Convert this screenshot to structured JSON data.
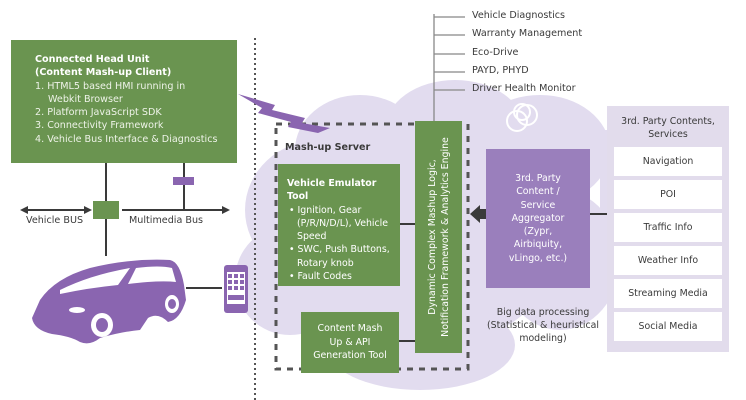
{
  "head_unit": {
    "title_line1": "Connected Head Unit",
    "title_line2": "(Content   Mash-up Client)",
    "items": [
      "1. HTML5 based HMI running in",
      "Webkit Browser",
      "2. Platform  JavaScript SDK",
      "3. Connectivity Framework",
      "4. Vehicle Bus Interface & Diagnostics"
    ]
  },
  "buses": {
    "vehicle_bus": "Vehicle BUS",
    "multimedia_bus": "Multimedia Bus"
  },
  "mashup_server": {
    "label": "Mash-up Server",
    "emulator": {
      "title": "Vehicle Emulator Tool",
      "bullets": [
        "• Ignition, Gear (P/R/N/D/L), Vehicle Speed",
        "• SWC, Push Buttons, Rotary knob",
        "• Fault Codes"
      ]
    },
    "content_tool": {
      "lines": [
        "Content Mash",
        "Up & API",
        "Generation Tool"
      ]
    },
    "engine": {
      "line1": "Dynamic Complex Mashup Logic,",
      "line2": "Notification Framework & Analytics Engine"
    }
  },
  "top_services": [
    "Vehicle Diagnostics",
    "Warranty Management",
    "Eco-Drive",
    "PAYD, PHYD",
    "Driver Health Monitor"
  ],
  "aggregator": {
    "lines": [
      "3rd. Party",
      "Content /",
      "Service",
      "Aggregator",
      "(Zypr,",
      "Airbiquity,",
      "vLingo, etc.)"
    ]
  },
  "big_data": {
    "lines": [
      "Big data processing",
      "(Statistical & heuristical",
      "modeling)"
    ]
  },
  "third_party": {
    "title_line1": "3rd. Party Contents,",
    "title_line2": "Services",
    "services": [
      "Navigation",
      "POI",
      "Traffic Info",
      "Weather Info",
      "Streaming Media",
      "Social Media"
    ]
  },
  "colors": {
    "green": "#6a9450",
    "purple": "#9a7fbc",
    "cloud": "#e2dcef",
    "line": "#3a3a3a"
  }
}
